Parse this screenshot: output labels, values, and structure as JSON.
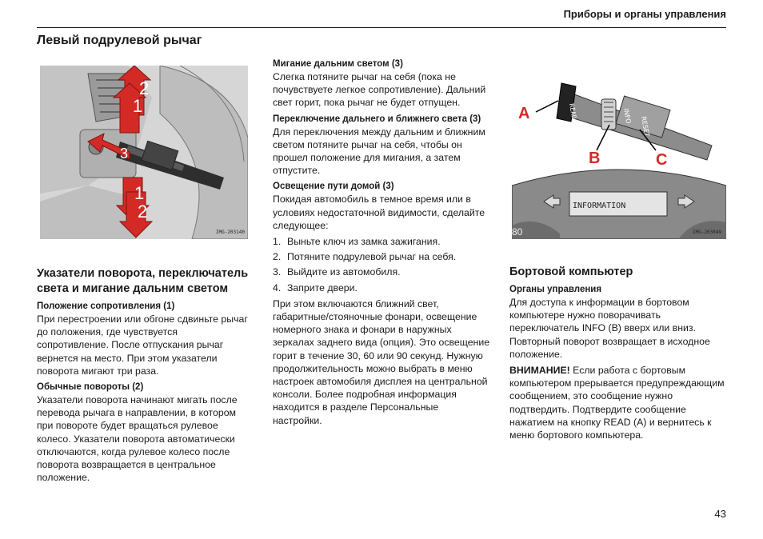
{
  "header": {
    "title": "Приборы и органы управления"
  },
  "page_number": "43",
  "section_title": "Левый подрулевой рычаг",
  "figure1": {
    "labels": [
      "2",
      "1",
      "3",
      "1",
      "2"
    ],
    "code": "IMG-203140"
  },
  "figure2": {
    "labels": {
      "a": "A",
      "b": "B",
      "c": "C"
    },
    "code": "IMG-203049",
    "read_text": "READ",
    "info_text": "INFO",
    "reset_text": "RESET",
    "display_text": "INFORMATION",
    "gauge_number": "80"
  },
  "col1": {
    "heading": "Указатели поворота, переключатель света и мигание дальним светом",
    "s1_title": "Положение сопротивления (1)",
    "s1_text": "При перестроении или обгоне сдвиньте рычаг до положения, где чувствуется сопротивление. После отпускания рычаг вернется на место. При этом указатели поворота мигают три раза.",
    "s2_title": "Обычные повороты (2)",
    "s2_text": "Указатели поворота начинают мигать после перевода рычага в направлении, в котором при повороте будет вращаться рулевое колесо. Указатели поворота автоматически отключаются, когда рулевое колесо после поворота возвращается в центральное положение."
  },
  "col2": {
    "s1_title": "Мигание дальним светом (3)",
    "s1_text": "Слегка потяните рычаг на себя (пока не почувствуете легкое сопротивление). Дальний свет горит, пока рычаг не будет отпущен.",
    "s2_title": "Переключение дальнего и ближнего света (3)",
    "s2_text": "Для переключения между дальним и ближним светом потяните рычаг на себя, чтобы он прошел положение для мигания, а затем отпустите.",
    "s3_title": "Освещение пути домой (3)",
    "s3_text": "Покидая автомобиль в темное время или в условиях недостаточной видимости, сделайте следующее:",
    "steps": [
      {
        "num": "1.",
        "text": "Выньте ключ из замка зажигания."
      },
      {
        "num": "2.",
        "text": "Потяните подрулевой рычаг на себя."
      },
      {
        "num": "3.",
        "text": "Выйдите из автомобиля."
      },
      {
        "num": "4.",
        "text": "Заприте двери."
      }
    ],
    "s3_after": "При этом включаются ближний свет, габаритные/стояночные фонари, освещение номерного знака и фонари в наружных зеркалах заднего вида (опция). Это освещение горит в течение 30, 60 или 90 секунд. Нужную продолжительность можно выбрать в меню настроек автомобиля дисплея на центральной консоли. Более подробная информация находится в разделе Персональные настройки."
  },
  "col3": {
    "heading": "Бортовой компьютер",
    "s1_title": "Органы управления",
    "s1_text": "Для доступа к информации в бортовом компьютере нужно поворачивать переключатель INFO (B) вверх или вниз. Повторный поворот возвращает в исходное положение.",
    "warn_label": "ВНИМАНИЕ!",
    "warn_text": " Если работа с бортовым компьютером прерывается предупреждающим сообщением, это сообщение нужно подтвердить. Подтвердите сообщение нажатием на кнопку READ (A) и вернитесь к меню бортового компьютера."
  },
  "colors": {
    "accent_red": "#d42a26",
    "panel_gray": "#8a8a8a"
  }
}
